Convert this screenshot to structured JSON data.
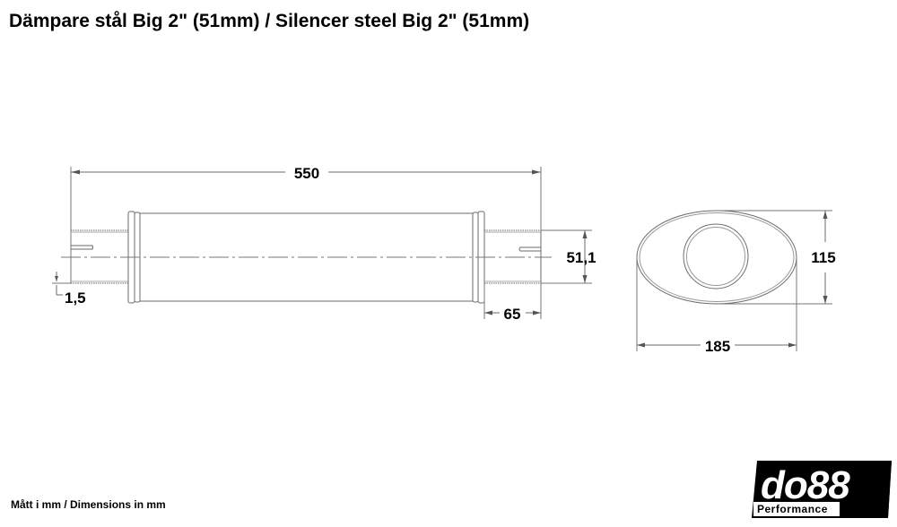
{
  "title": "Dämpare stål Big 2\" (51mm) / Silencer steel Big 2\" (51mm)",
  "footer_note": "Mått i mm / Dimensions in mm",
  "side_view": {
    "length_label": "550",
    "pipe_diameter_label": "51,1",
    "pipe_length_label": "65",
    "wall_thickness_label": "1,5"
  },
  "end_view": {
    "width_label": "185",
    "height_label": "115"
  },
  "logo": {
    "brand": "do88",
    "subtitle": "Performance"
  },
  "colors": {
    "line": "#6b6b6b",
    "dim_line": "#555555",
    "text": "#000000",
    "background": "#ffffff"
  }
}
